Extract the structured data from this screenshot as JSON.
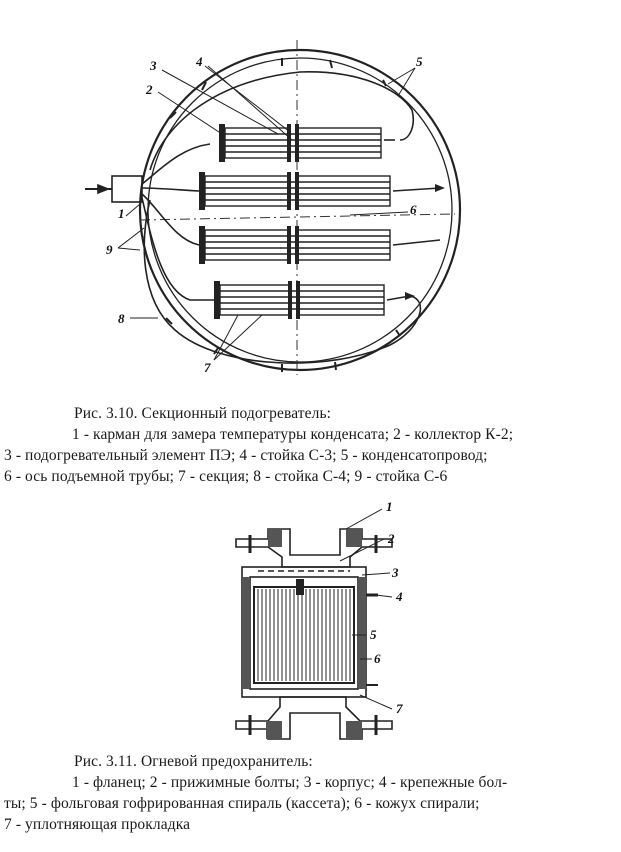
{
  "figure1": {
    "caption": "Рис. 3.10. Секционный подогреватель:",
    "lines": [
      "1 - карман для замера температуры конденсата; 2 - коллектор К-2;",
      "3 - подогревательный элемент ПЭ; 4 - стойка С-3; 5 - конденсатопровод;",
      "6 - ось подъемной трубы; 7 - секция; 8 - стойка С-4; 9 - стойка С-6"
    ],
    "labels": {
      "l1": "1",
      "l2": "2",
      "l3": "3",
      "l4": "4",
      "l5": "5",
      "l6": "6",
      "l7": "7",
      "l8": "8",
      "l9": "9"
    }
  },
  "figure2": {
    "caption": "Рис. 3.11. Огневой предохранитель:",
    "lines": [
      "1 - фланец; 2 - прижимные болты; 3 - корпус; 4 - крепежные бол-",
      "ты; 5 - фольговая гофрированная спираль (кассета); 6 - кожух спирали;",
      "7 - уплотняющая прокладка"
    ],
    "labels": {
      "l1": "1",
      "l2": "2",
      "l3": "3",
      "l4": "4",
      "l5": "5",
      "l6": "6",
      "l7": "7"
    }
  }
}
